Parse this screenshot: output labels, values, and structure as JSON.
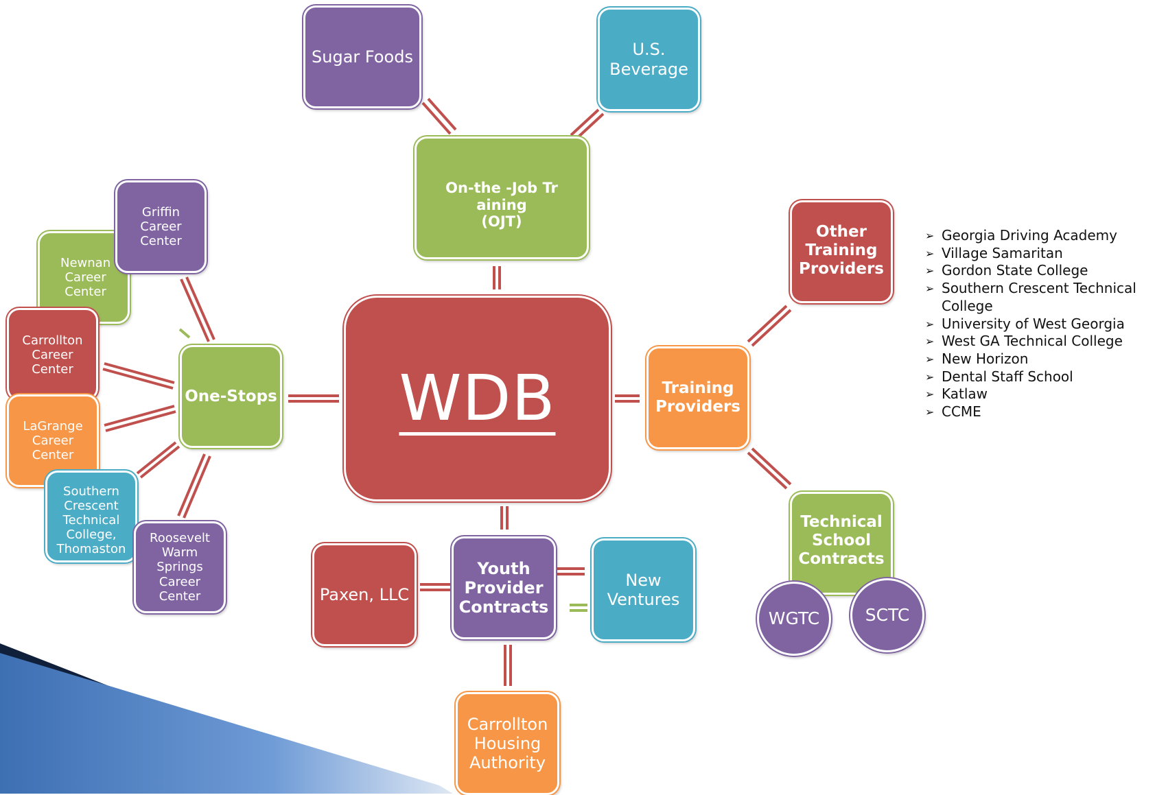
{
  "diagram": {
    "center": "WDB",
    "one_stops": {
      "label": "One-Stops",
      "children": [
        "Griffin\nCareer\nCenter",
        "Newnan\nCareer\nCenter",
        "Carrollton\nCareer\nCenter",
        "LaGrange\nCareer\nCenter",
        "Southern\nCrescent\nTechnical\nCollege,\nThomaston",
        "Roosevelt\nWarm\nSprings\nCareer\nCenter"
      ]
    },
    "ojt": {
      "label": "On-the -Job Tr aining\n(OJT)",
      "children": [
        "Sugar Foods",
        "U.S.\nBeverage"
      ]
    },
    "training_providers": {
      "label": "Training\nProviders",
      "other": "Other\nTraining\nProviders",
      "technical": "Technical\nSchool\nContracts",
      "wgtc": "WGTC",
      "sctc": "SCTC"
    },
    "youth": {
      "label": "Youth\nProvider\nContracts",
      "paxen": "Paxen, LLC",
      "new_ventures": "New\nVentures",
      "housing": "Carrollton\nHousing\nAuthority"
    },
    "other_providers_list": [
      "Georgia Driving Academy",
      "Village Samaritan",
      "Gordon State College",
      "Southern Crescent Technical College",
      "University of West Georgia",
      "West GA Technical College",
      "New Horizon",
      "Dental Staff School",
      "Katlaw",
      "CCME"
    ]
  },
  "colors": {
    "red": "#c0504d",
    "purple": "#8064a2",
    "teal": "#4bacc6",
    "green": "#9bbb59",
    "orange": "#f79646",
    "connector": "#c0504d",
    "connector_alt": "#9bbb59"
  }
}
